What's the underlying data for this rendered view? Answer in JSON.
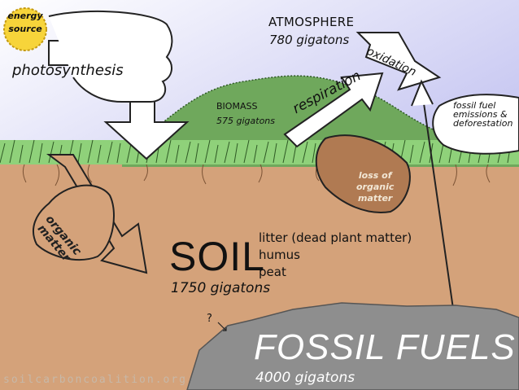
{
  "energy_source": {
    "line1": "energy",
    "line2": "source"
  },
  "photosynthesis": "photosynthesis",
  "atmosphere": {
    "title": "ATMOSPHERE",
    "amount": "780 gigatons"
  },
  "oxidation": "oxidation",
  "respiration": "respiration",
  "biomass": {
    "title": "BIOMASS",
    "amount": "575 gigatons"
  },
  "fossil_fuel_emissions": {
    "line1": "fossil fuel",
    "line2": "emissions &",
    "line3": "deforestation"
  },
  "loss_of_organic_matter": {
    "line1": "loss of",
    "line2": "organic",
    "line3": "matter"
  },
  "organic_matter": {
    "line1": "organic",
    "line2": "matter"
  },
  "soil": {
    "title": "SOIL",
    "amount": "1750 gigatons",
    "items": [
      "litter (dead plant matter)",
      "humus",
      "peat"
    ]
  },
  "question_mark": "?",
  "fossil_fuels": {
    "title": "FOSSIL FUELS",
    "amount": "4000 gigatons"
  },
  "credit": "soilcarboncoalition.org",
  "colors": {
    "sky_top": "#ffffff",
    "sky_bottom": "#c9c9f2",
    "soil": "#d4a27a",
    "grass": "#8fd17a",
    "biomass_hill": "#6fa85c",
    "fossil": "#8e8e8e",
    "sun": "#f7d43a"
  }
}
